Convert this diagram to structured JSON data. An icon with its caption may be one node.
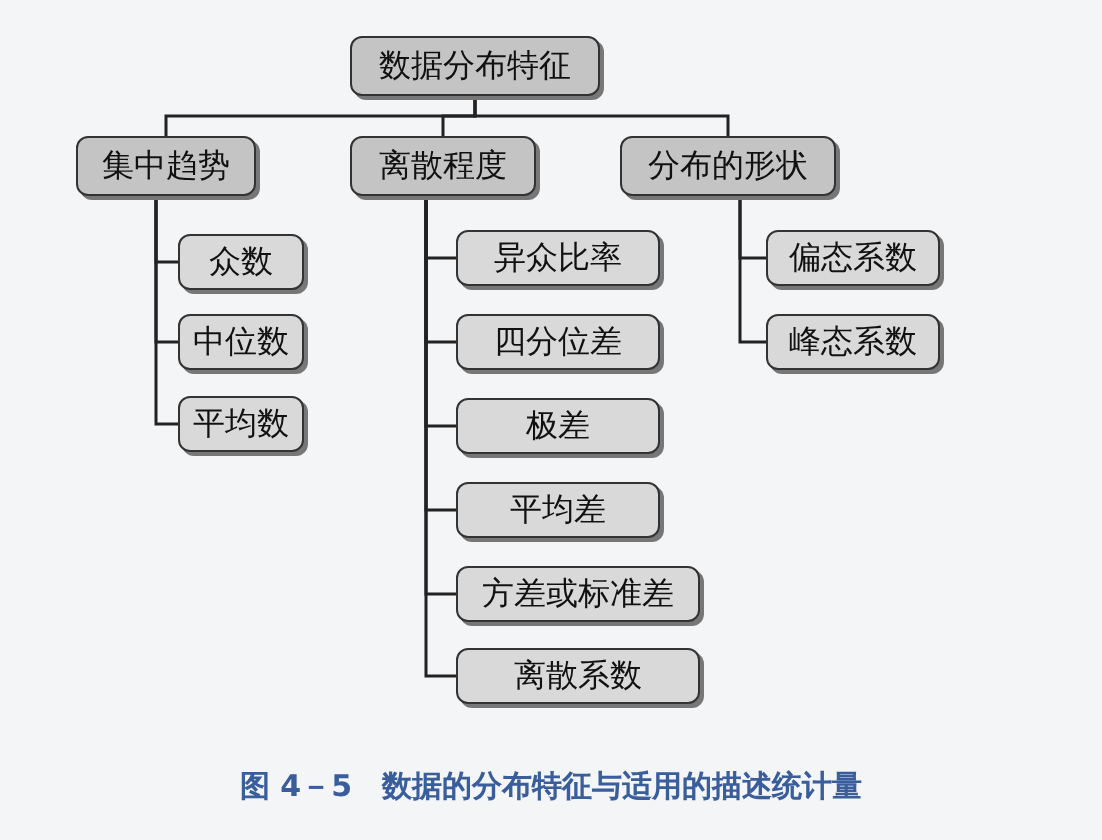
{
  "diagram": {
    "caption": "图 4－5　数据的分布特征与适用的描述统计量",
    "nodes": [
      {
        "text": [
          "数据分布特征"
        ]
      },
      {
        "text": [
          "集中趋势"
        ]
      },
      {
        "text": [
          "离散程度"
        ]
      },
      {
        "text": [
          "分布的形状"
        ]
      },
      {
        "text": [
          "众数"
        ]
      },
      {
        "text": [
          "中位数"
        ]
      },
      {
        "text": [
          "平均数"
        ]
      },
      {
        "text": [
          "异众比率"
        ]
      },
      {
        "text": [
          "四分位差"
        ]
      },
      {
        "text": [
          "极差"
        ]
      },
      {
        "text": [
          "平均差"
        ]
      },
      {
        "text": [
          "方差或标准差"
        ]
      },
      {
        "text": [
          "离散系数"
        ]
      },
      {
        "text": [
          "偏态系数"
        ]
      },
      {
        "text": [
          "峰态系数"
        ]
      }
    ],
    "edges": [
      {
        "from": 0,
        "to": 1,
        "arrow": "none"
      },
      {
        "from": 0,
        "to": 2,
        "arrow": "none"
      },
      {
        "from": 0,
        "to": 3,
        "arrow": "none"
      },
      {
        "from": 1,
        "to": 4,
        "arrow": "none"
      },
      {
        "from": 1,
        "to": 5,
        "arrow": "none"
      },
      {
        "from": 1,
        "to": 6,
        "arrow": "none"
      },
      {
        "from": 2,
        "to": 7,
        "arrow": "none"
      },
      {
        "from": 2,
        "to": 8,
        "arrow": "none"
      },
      {
        "from": 2,
        "to": 9,
        "arrow": "none"
      },
      {
        "from": 2,
        "to": 10,
        "arrow": "none"
      },
      {
        "from": 2,
        "to": 11,
        "arrow": "none"
      },
      {
        "from": 2,
        "to": 12,
        "arrow": "none"
      },
      {
        "from": 3,
        "to": 13,
        "arrow": "none"
      },
      {
        "from": 3,
        "to": 14,
        "arrow": "none"
      }
    ]
  }
}
